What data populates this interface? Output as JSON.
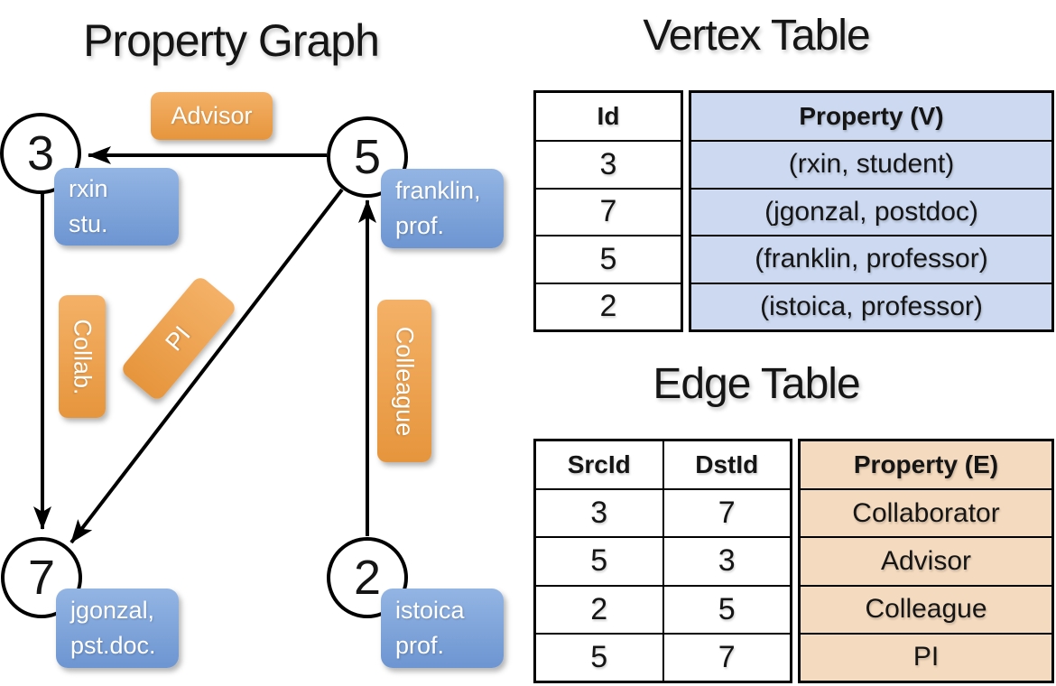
{
  "colors": {
    "orange_light": "#f4b167",
    "orange_dark": "#e6953c",
    "blue_light": "#93b5e4",
    "blue_dark": "#6d95d1",
    "vertex_cell_bg": "#ccd9f0",
    "edge_cell_bg": "#f4dabe",
    "line": "#000000"
  },
  "graph": {
    "title": "Property Graph",
    "nodes": [
      {
        "id": "3",
        "property": "rxin\nstu."
      },
      {
        "id": "5",
        "property": "franklin,\nprof."
      },
      {
        "id": "7",
        "property": "jgonzal,\npst.doc."
      },
      {
        "id": "2",
        "property": "istoica\nprof."
      }
    ],
    "edges": [
      {
        "label": "Advisor",
        "src": "5",
        "dst": "3"
      },
      {
        "label": "Collab.",
        "src": "3",
        "dst": "7"
      },
      {
        "label": "PI",
        "src": "5",
        "dst": "7"
      },
      {
        "label": "Colleague",
        "src": "2",
        "dst": "5"
      }
    ]
  },
  "vertex_table": {
    "title": "Vertex Table",
    "columns": [
      "Id",
      "Property (V)"
    ],
    "rows": [
      [
        "3",
        "(rxin, student)"
      ],
      [
        "7",
        "(jgonzal, postdoc)"
      ],
      [
        "5",
        "(franklin, professor)"
      ],
      [
        "2",
        "(istoica, professor)"
      ]
    ]
  },
  "edge_table": {
    "title": "Edge Table",
    "columns": [
      "SrcId",
      "DstId",
      "Property (E)"
    ],
    "rows": [
      [
        "3",
        "7",
        "Collaborator"
      ],
      [
        "5",
        "3",
        "Advisor"
      ],
      [
        "2",
        "5",
        "Colleague"
      ],
      [
        "5",
        "7",
        "PI"
      ]
    ]
  }
}
